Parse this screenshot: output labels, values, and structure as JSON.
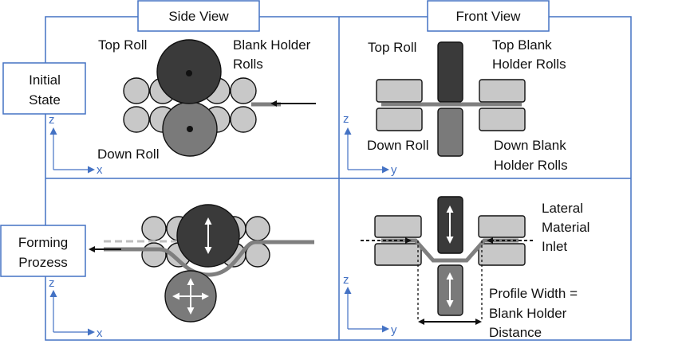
{
  "headers": {
    "side_view": "Side View",
    "front_view": "Front View"
  },
  "rows": {
    "initial_line1": "Initial",
    "initial_line2": "State",
    "forming_line1": "Forming",
    "forming_line2": "Prozess"
  },
  "side_labels": {
    "top_roll": "Top Roll",
    "blank_holder_line1": "Blank Holder",
    "blank_holder_line2": "Rolls",
    "down_roll": "Down Roll"
  },
  "front_labels": {
    "top_roll": "Top Roll",
    "top_blank_line1": "Top Blank",
    "top_blank_line2": "Holder Rolls",
    "down_roll": "Down Roll",
    "down_blank_line1": "Down Blank",
    "down_blank_line2": "Holder Rolls",
    "lateral_line1": "Lateral",
    "lateral_line2": "Material",
    "lateral_line3": "Inlet",
    "profile_line1": "Profile Width =",
    "profile_line2": "Blank Holder",
    "profile_line3": "Distance"
  },
  "axes": {
    "z": "z",
    "x": "x",
    "y": "y"
  },
  "colors": {
    "frame_blue": "#4472c4",
    "dark_roll": "#3a3a3a",
    "mid_roll": "#7a7a7a",
    "light_roll": "#c8c8c8",
    "sheet_gray": "#7f7f7f"
  }
}
